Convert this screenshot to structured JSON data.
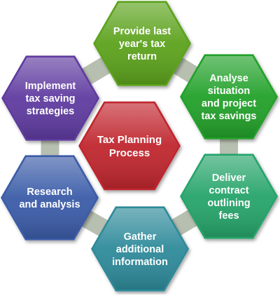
{
  "center": {
    "lines": [
      "Tax Planning",
      "Process"
    ],
    "color": "#c0262d"
  },
  "steps": [
    {
      "lines": [
        "Provide last",
        "year's tax",
        "return"
      ],
      "color": "#5ca21f"
    },
    {
      "lines": [
        "Analyse",
        "situation",
        "and project",
        "tax savings"
      ],
      "color": "#22a12a"
    },
    {
      "lines": [
        "Deliver",
        "contract",
        "outlining",
        "fees"
      ],
      "color": "#26a46a"
    },
    {
      "lines": [
        "Gather",
        "additional",
        "information"
      ],
      "color": "#2e8a9a"
    },
    {
      "lines": [
        "Research",
        "and analysis"
      ],
      "color": "#3b5ba8"
    },
    {
      "lines": [
        "Implement",
        "tax saving",
        "strategies"
      ],
      "color": "#5f3aa0"
    }
  ],
  "connector_color": "#b7bfb0"
}
